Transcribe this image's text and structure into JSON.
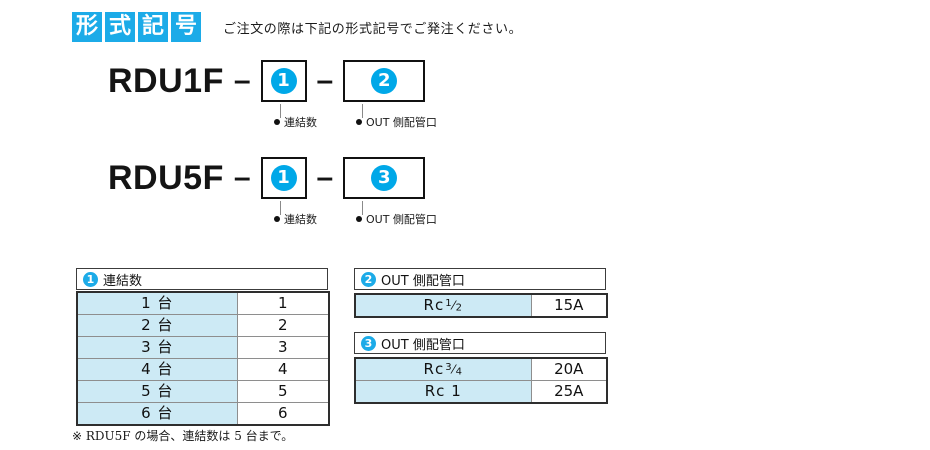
{
  "header": {
    "badge_chars": [
      "形",
      "式",
      "記",
      "号"
    ],
    "note": "ご注文の際は下記の形式記号でご発注ください。"
  },
  "model_codes": [
    {
      "prefix": "RDU1F",
      "dash": "–",
      "boxes": [
        {
          "number": "1",
          "caption": "連結数"
        },
        {
          "number": "2",
          "caption": "OUT 側配管口"
        }
      ]
    },
    {
      "prefix": "RDU5F",
      "dash": "–",
      "boxes": [
        {
          "number": "1",
          "caption": "連結数"
        },
        {
          "number": "3",
          "caption": "OUT 側配管口"
        }
      ]
    }
  ],
  "tables": {
    "renketsu": {
      "marker": "1",
      "title": "連結数",
      "rows": [
        {
          "label": "1 台",
          "value": "1"
        },
        {
          "label": "2 台",
          "value": "2"
        },
        {
          "label": "3 台",
          "value": "3"
        },
        {
          "label": "4 台",
          "value": "4"
        },
        {
          "label": "5 台",
          "value": "5"
        },
        {
          "label": "6 台",
          "value": "6"
        }
      ]
    },
    "out_port_2": {
      "marker": "2",
      "title": "OUT 側配管口",
      "rows": [
        {
          "label_main": "Rc",
          "num": "1",
          "den": "2",
          "label_plain": "",
          "value": "15A"
        }
      ]
    },
    "out_port_3": {
      "marker": "3",
      "title": "OUT 側配管口",
      "rows": [
        {
          "label_main": "Rc",
          "num": "3",
          "den": "4",
          "label_plain": "",
          "value": "20A"
        },
        {
          "label_main": "Rc",
          "num": "",
          "den": "",
          "label_plain": "1",
          "value": "25A"
        }
      ]
    }
  },
  "footnote": "※ RDU5F の場合、連結数は 5 台まで。",
  "colors": {
    "accent_blue": "#1cabe8",
    "circle_blue": "#00a8e8",
    "row_fill": "#cdeaf5",
    "border_dark": "#2e2e2e"
  }
}
